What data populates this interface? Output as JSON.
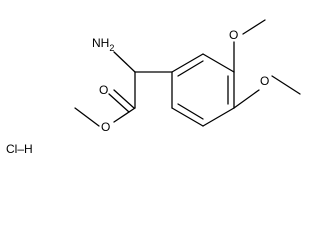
{
  "structure": {
    "labels": {
      "amine": "NH2",
      "amine_main": "NH",
      "amine_sub": "2",
      "carbonyl_o": "O",
      "ester_o": "O",
      "methoxy_o_3": "O",
      "methoxy_o_4": "O",
      "hcl": "Cl–H"
    }
  }
}
